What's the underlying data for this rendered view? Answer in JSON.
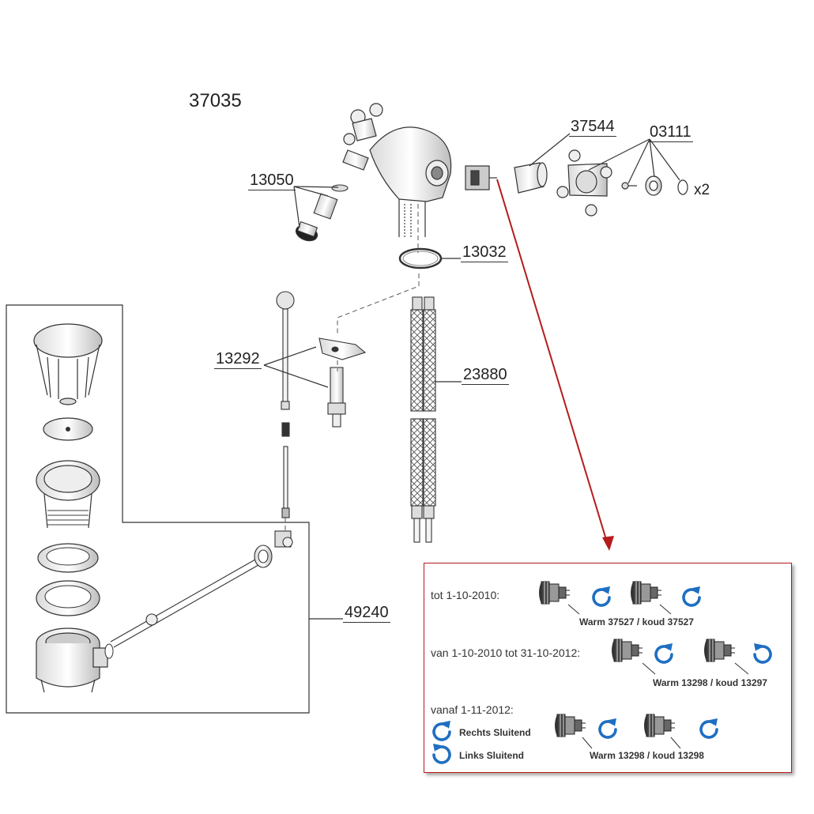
{
  "diagram": {
    "model_number": "37035",
    "part_labels": {
      "p37544": "37544",
      "p03111": "03111",
      "p03111_qty": "x2",
      "p13050": "13050",
      "p13032": "13032",
      "p13292": "13292",
      "p23880": "23880",
      "p49240": "49240"
    }
  },
  "cartridge_info": {
    "periods": [
      {
        "label": "tot 1-10-2010:",
        "caption": "Warm 37527 / koud 37527",
        "rotations": [
          "clockwise",
          "clockwise"
        ]
      },
      {
        "label": "van 1-10-2010 tot 31-10-2012:",
        "caption": "Warm 13298 / koud 13297",
        "rotations": [
          "clockwise",
          "counterclockwise"
        ]
      },
      {
        "label": "vanaf 1-11-2012:",
        "caption": "Warm 13298 / koud 13298",
        "rotations": [
          "clockwise",
          "clockwise"
        ]
      }
    ],
    "legend": {
      "clockwise": "Rechts Sluitend",
      "counterclockwise": "Links Sluitend"
    }
  },
  "colors": {
    "line": "#333333",
    "pointer_arrow": "#b51c1c",
    "box_border": "#b51c1c",
    "rotation_icon": "#1f6fc1"
  },
  "icons": [
    "cartridge-icon",
    "rotate-clockwise-icon",
    "rotate-counterclockwise-icon",
    "arrowhead-icon"
  ]
}
